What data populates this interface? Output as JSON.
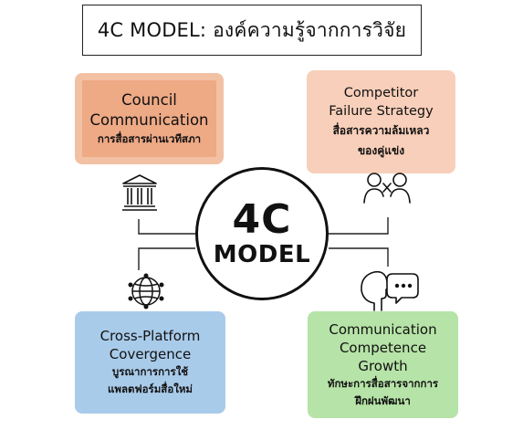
{
  "title": "4C MODEL: องค์ความรู้จากการวิจัย",
  "center": {
    "line1": "4C",
    "line2": "MODEL"
  },
  "cards": {
    "council": {
      "en_lines": [
        "Council",
        "Communication"
      ],
      "th_lines": [
        "การสื่อสารผ่านเวทีสภา"
      ],
      "color": "#eea985"
    },
    "competitor": {
      "en_lines": [
        "Competitor",
        "Failure Strategy"
      ],
      "th_lines": [
        "สื่อสารความล้มเหลว",
        "ของคู่แข่ง"
      ],
      "color": "#f8cfba"
    },
    "cross": {
      "en_lines": [
        "Cross-Platform",
        "Covergence"
      ],
      "th_lines": [
        "บูรณาการการใช้",
        "แพลตฟอร์มสื่อใหม่"
      ],
      "color": "#a9cbea"
    },
    "growth": {
      "en_lines": [
        "Communication",
        "Competence",
        "Growth"
      ],
      "th_lines": [
        "ทักษะการสื่อสารจากการ",
        "ฝึกฝนพัฒนา"
      ],
      "color": "#b6e3a7"
    }
  },
  "icons": {
    "council": "government-building-icon",
    "competitor": "two-competitors-icon",
    "cross": "globe-network-icon",
    "growth": "speech-head-icon"
  }
}
